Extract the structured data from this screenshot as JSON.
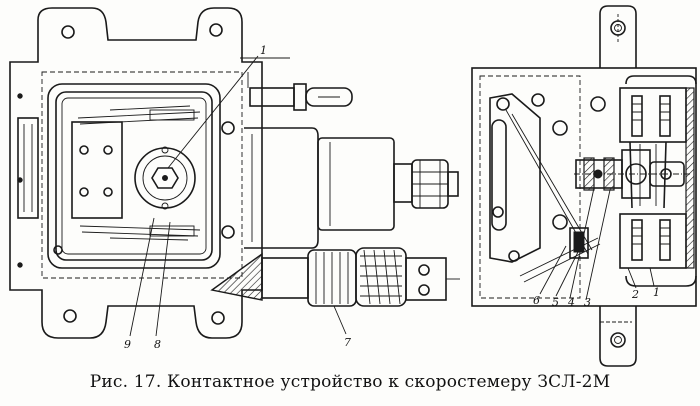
{
  "caption": "Рис. 17. Контактное устройство к скоростемеру ЗСЛ-2М",
  "labels": {
    "left": {
      "l1": "1",
      "l9": "9",
      "l8": "8",
      "l7": "7"
    },
    "right": {
      "r6": "6",
      "r5": "5",
      "r4": "4",
      "r3": "3",
      "r2": "2",
      "r1": "1"
    }
  }
}
